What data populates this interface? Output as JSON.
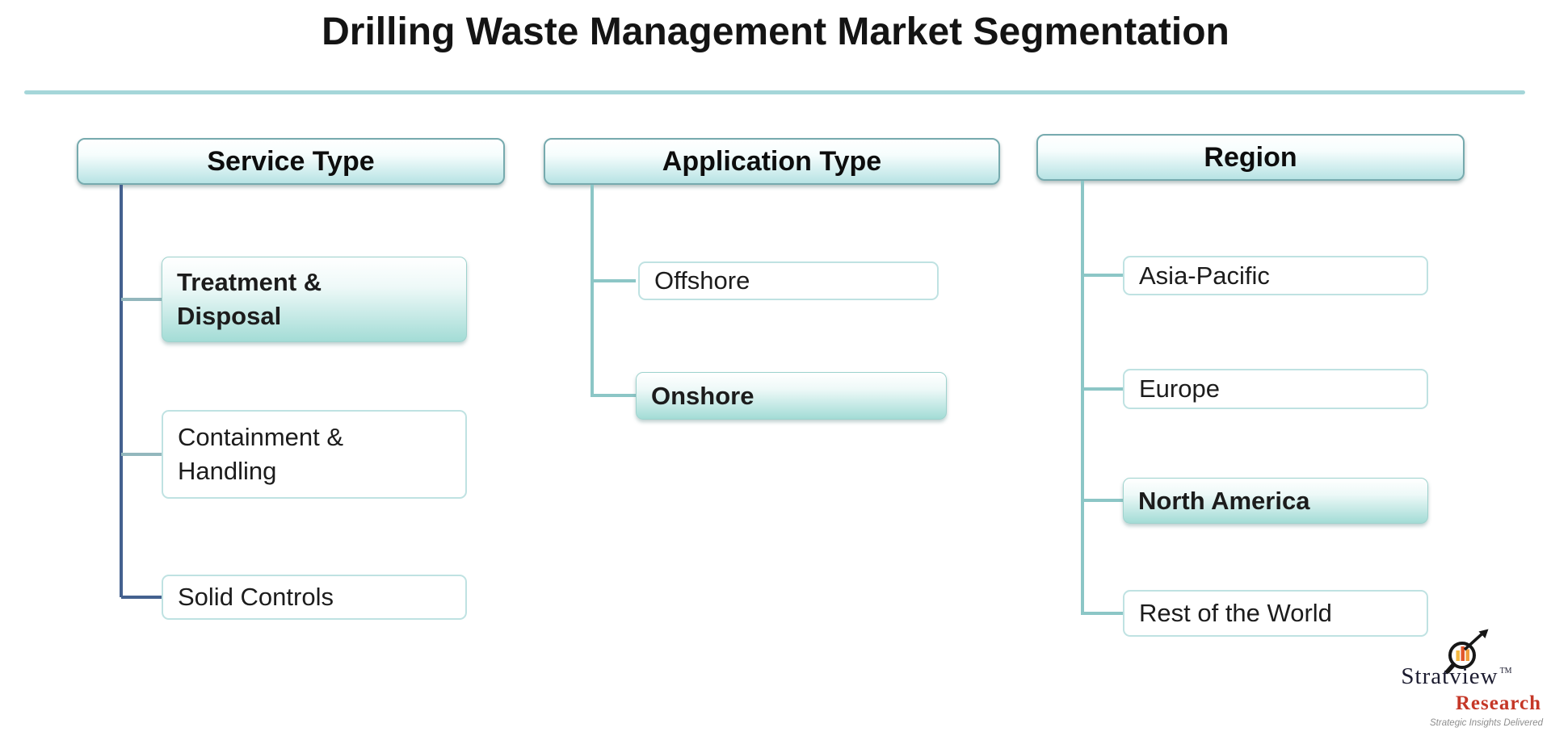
{
  "title": "Drilling Waste Management Market Segmentation",
  "columns": [
    {
      "header": "Service Type",
      "items": [
        {
          "label": "Treatment & Disposal",
          "highlighted": true
        },
        {
          "label": "Containment & Handling",
          "highlighted": false
        },
        {
          "label": "Solid Controls",
          "highlighted": false
        }
      ]
    },
    {
      "header": "Application Type",
      "items": [
        {
          "label": "Offshore",
          "highlighted": false
        },
        {
          "label": "Onshore",
          "highlighted": true
        }
      ]
    },
    {
      "header": "Region",
      "items": [
        {
          "label": "Asia-Pacific",
          "highlighted": false
        },
        {
          "label": "Europe",
          "highlighted": false
        },
        {
          "label": "North America",
          "highlighted": true
        },
        {
          "label": "Rest of the World",
          "highlighted": false
        }
      ]
    }
  ],
  "logo": {
    "brand": "Stratview",
    "trademark": "TM",
    "sub_brand": "Research",
    "tagline": "Strategic Insights Delivered"
  },
  "colors": {
    "accent_teal": "#a5d6d9",
    "header_gradient_bottom": "#b7e3e4",
    "highlight_gradient_bottom": "#a3dcd6",
    "connector_navy": "#44618f",
    "connector_teal": "#8cc6c6",
    "logo_red": "#c53727"
  }
}
